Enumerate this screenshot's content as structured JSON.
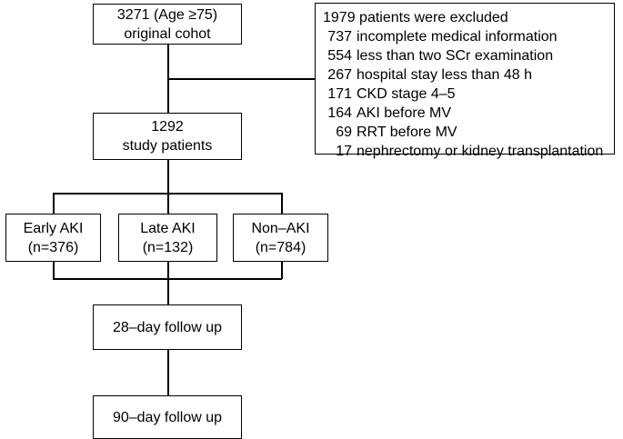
{
  "original_cohort": {
    "line1": "3271 (Age ≥75)",
    "line2": "original cohot"
  },
  "excluded": {
    "header": "1979 patients were excluded",
    "items": [
      {
        "count": "737",
        "reason": "incomplete medical information"
      },
      {
        "count": "554",
        "reason": "less than two SCr examination"
      },
      {
        "count": "267",
        "reason": "hospital stay less than 48 h"
      },
      {
        "count": "171",
        "reason": "CKD stage 4–5"
      },
      {
        "count": "164",
        "reason": "AKI before MV"
      },
      {
        "count": "69",
        "reason": "RRT before MV"
      },
      {
        "count": "17",
        "reason": "nephrectomy or kidney transplantation"
      }
    ]
  },
  "study": {
    "line1": "1292",
    "line2": "study patients"
  },
  "groups": [
    {
      "name": "Early AKI",
      "n": "(n=376)"
    },
    {
      "name": "Late AKI",
      "n": "(n=132)"
    },
    {
      "name": "Non–AKI",
      "n": "(n=784)"
    }
  ],
  "followup28": "28–day follow up",
  "followup90": "90–day follow up"
}
